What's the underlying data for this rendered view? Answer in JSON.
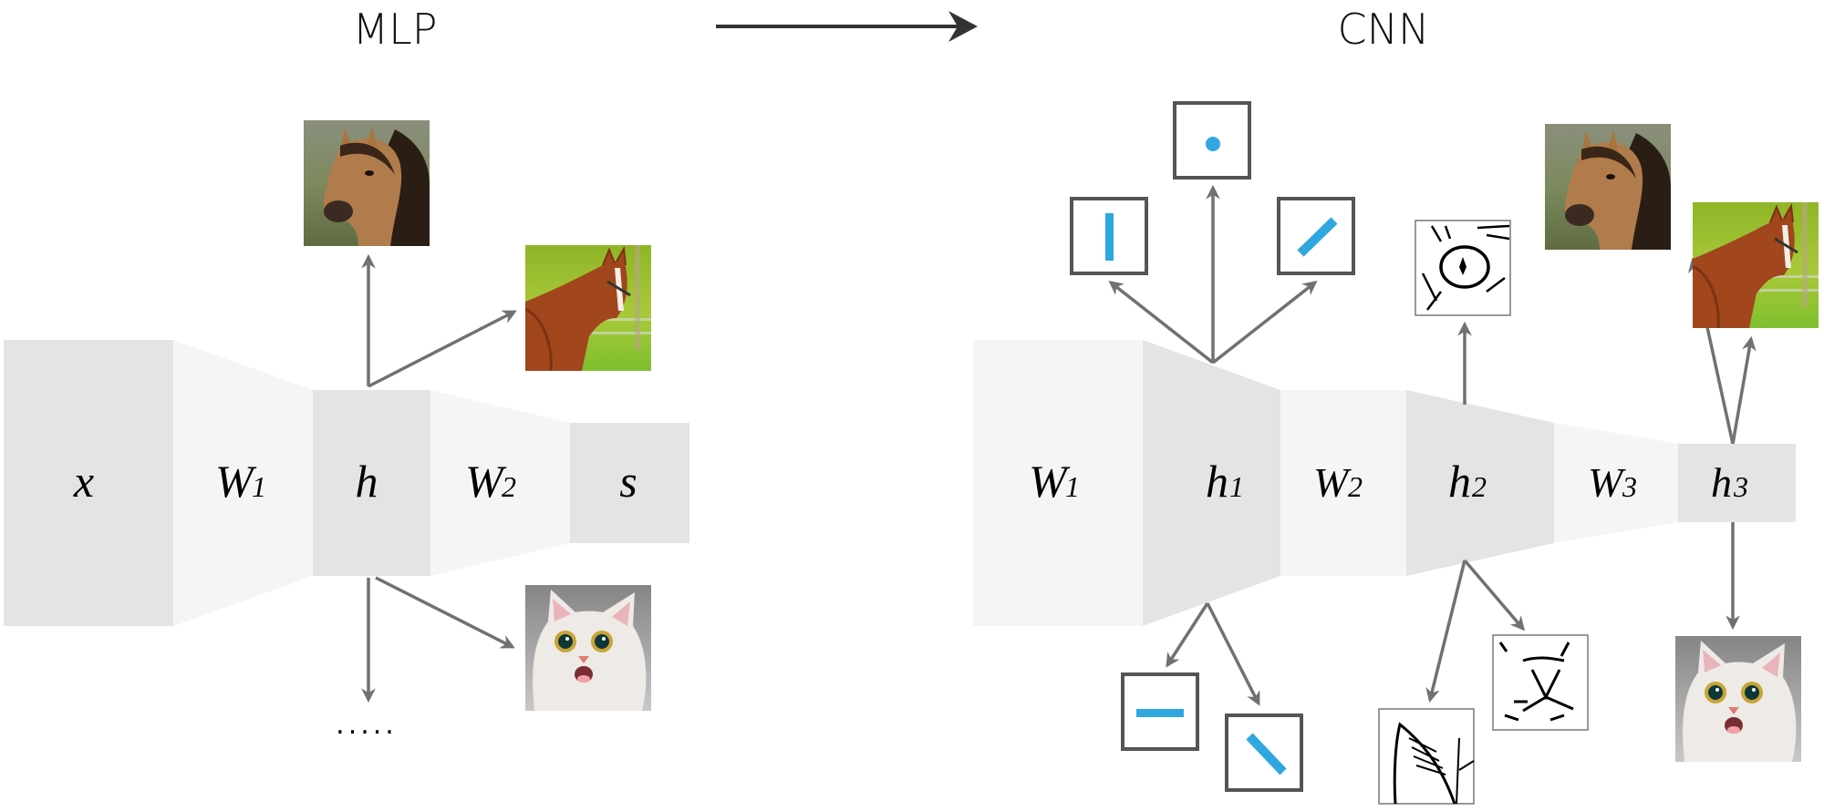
{
  "mlp": {
    "title": "MLP",
    "layers": [
      {
        "id": "x",
        "main": "x",
        "sub": "",
        "kind": "activation"
      },
      {
        "id": "W1",
        "main": "W",
        "sub": "1",
        "kind": "weight"
      },
      {
        "id": "h",
        "main": "h",
        "sub": "",
        "kind": "activation"
      },
      {
        "id": "W2",
        "main": "W",
        "sub": "2",
        "kind": "weight"
      },
      {
        "id": "s",
        "main": "s",
        "sub": "",
        "kind": "activation"
      }
    ],
    "templates": [
      "horse-head-photo",
      "horse-turning-photo",
      "cat-face-photo"
    ],
    "more_indicator": "....."
  },
  "transition_arrow": "right-arrow-icon",
  "cnn": {
    "title": "CNN",
    "layers": [
      {
        "id": "W1",
        "main": "W",
        "sub": "1",
        "kind": "weight"
      },
      {
        "id": "h1",
        "main": "h",
        "sub": "1",
        "kind": "activation"
      },
      {
        "id": "W2",
        "main": "W",
        "sub": "2",
        "kind": "weight"
      },
      {
        "id": "h2",
        "main": "h",
        "sub": "2",
        "kind": "activation"
      },
      {
        "id": "W3",
        "main": "W",
        "sub": "3",
        "kind": "weight"
      },
      {
        "id": "h3",
        "main": "h",
        "sub": "3",
        "kind": "activation"
      }
    ],
    "h1_features": [
      "vertical-edge",
      "dot-blob",
      "diagonal-up-edge",
      "horizontal-edge",
      "diagonal-down-edge"
    ],
    "h2_features": [
      "cat-eye-sketch",
      "cat-ear-sketch",
      "cat-nose-sketch"
    ],
    "h3_outputs": [
      "horse-head-photo",
      "horse-turning-photo",
      "cat-face-photo"
    ]
  },
  "colors": {
    "activation_fill": "#e3e4e4",
    "weight_fill": "#f5f5f5",
    "arrow": "#717171",
    "feature_blue": "#2fa7df",
    "feature_border": "#555555",
    "title_arrow": "#333333"
  }
}
